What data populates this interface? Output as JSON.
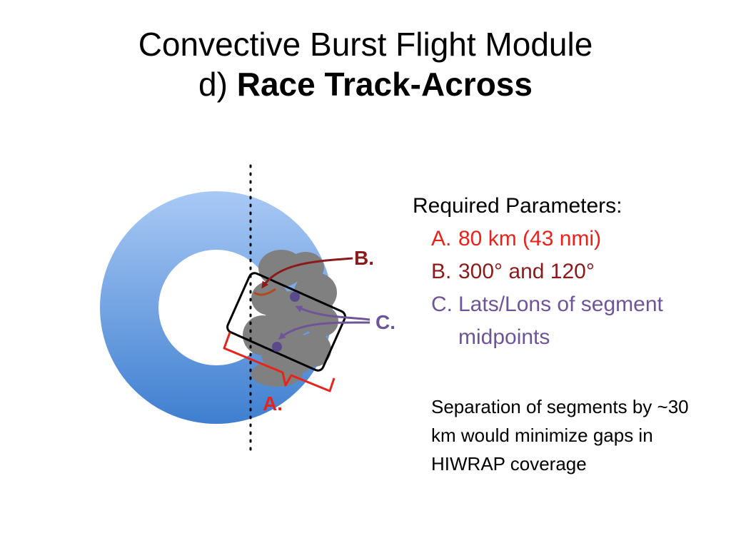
{
  "slide": {
    "title_line1": "Convective Burst Flight Module",
    "title_prefix": "d)",
    "title_bold": "Race Track-Across"
  },
  "diagram": {
    "label_a": "A.",
    "label_b": "B.",
    "label_c": "C.",
    "colors": {
      "ring_light": "#a9c9f5",
      "ring_dark": "#3f7fd0",
      "cloud": "#808080",
      "bracket": "#e8231b",
      "arrow_b": "#8b1a1a",
      "arrow_c": "#6e5598",
      "track": "#000000"
    }
  },
  "params": {
    "heading": "Required Parameters:",
    "items": [
      {
        "marker": "A.",
        "text": "80 km (43 nmi)",
        "color": "#e8231b"
      },
      {
        "marker": "B.",
        "text": "300° and 120°",
        "color": "#8b1a1a"
      },
      {
        "marker": "C.",
        "text": "Lats/Lons of segment midpoints",
        "color": "#6e5598"
      }
    ]
  },
  "note": {
    "text": "Separation of segments by ~30 km would minimize gaps in HIWRAP coverage"
  }
}
